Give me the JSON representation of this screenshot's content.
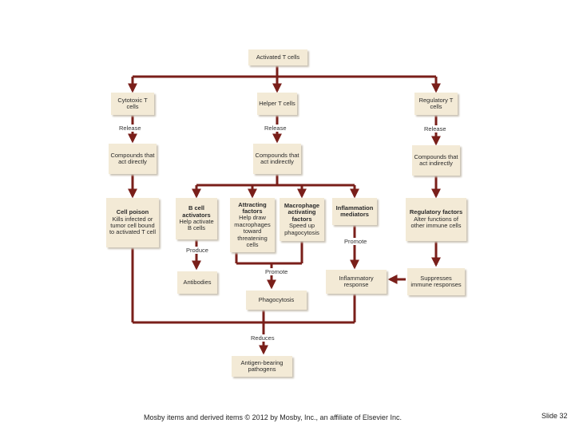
{
  "diagram": {
    "boxes": {
      "activated": "Activated T cells",
      "cytotoxic": "Cytotoxic T cells",
      "helper": "Helper T cells",
      "regulatory": "Regulatory T cells",
      "comp_direct": "Compounds that act directly",
      "comp_indirect": "Compounds that act indirectly",
      "comp_inhibit": "Compounds that act indirectly",
      "cell_poison": {
        "title": "Cell poison",
        "text": "Kills infected or tumor cell bound to activated T cell"
      },
      "bcell": {
        "title": "B cell activators",
        "text": "Help activate B cells"
      },
      "attracting": {
        "title": "Attracting factors",
        "text": "Help draw macrophages toward threatening cells"
      },
      "macrophage": {
        "title": "Macrophage activating factors",
        "text": "Speed up phagocytosis"
      },
      "inflam_med": {
        "title": "Inflammation mediators",
        "text": ""
      },
      "reg_factors": {
        "title": "Regulatory factors",
        "text": "Alter functions of other immune cells"
      },
      "antibodies": "Antibodies",
      "inflam_resp": "Inflammatory response",
      "suppresses": "Suppresses immune responses",
      "phagocytosis": "Phagocytosis",
      "antigen": "Antigen-bearing pathogens"
    },
    "labels": {
      "release1": "Release",
      "release2": "Release",
      "release3": "Release",
      "produce": "Produce",
      "promote1": "Promote",
      "promote2": "Promote",
      "reduces": "Reduces"
    }
  },
  "footer": "Mosby items and derived items © 2012 by Mosby, Inc., an affiliate of Elsevier Inc.",
  "slide": "Slide 32",
  "colors": {
    "arrow": "#7a1f1a",
    "box": "#f3ead6"
  }
}
